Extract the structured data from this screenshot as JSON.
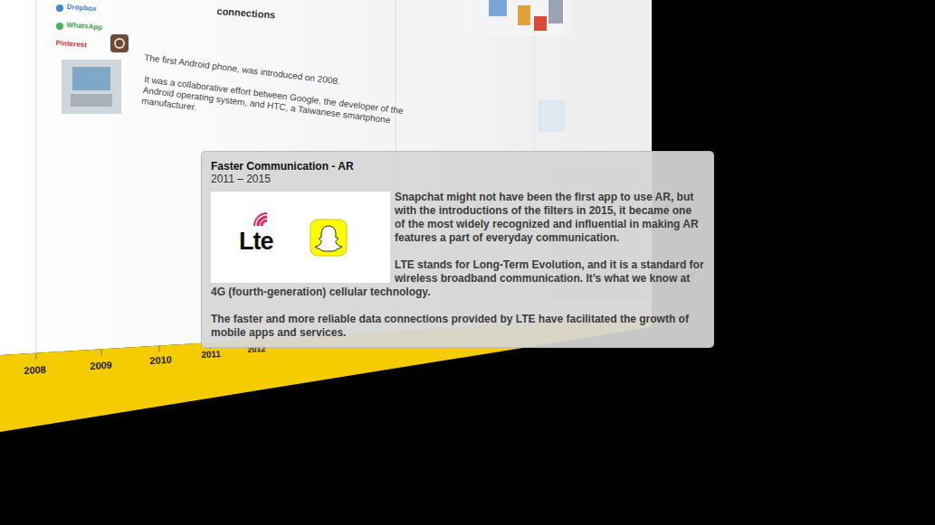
{
  "diagram": {
    "nodes": [
      {
        "text": [
          "Faster Communication - AR",
          "2011 – 2015",
          "Snapchat might not have been the first app to use AR, but with the introductions of the filters in 2015, it became one of the most widely recognized and influential in making AR features a part of everyday communication.",
          "LTE stands for Long-Term Evolution, and it is a standard for wireless broadband communication. It’s what we know at 4G (fourth-generation) cellular technology.",
          "The faster and more reliable data connections provided by LTE have facilitated the growth of mobile apps and services."
        ]
      }
    ],
    "edges": [],
    "labels": [
      "Lte",
      "connections",
      "Dropbox",
      "WhatsApp",
      "Pinterest",
      "The first Android phone, was introduced on 2008.",
      "It was a collaborative effort between Google, the developer of the Android operating system, and HTC, a Taiwanese smartphone manufacturer.",
      "2008",
      "2009",
      "2010",
      "2011",
      "2012"
    ]
  }
}
